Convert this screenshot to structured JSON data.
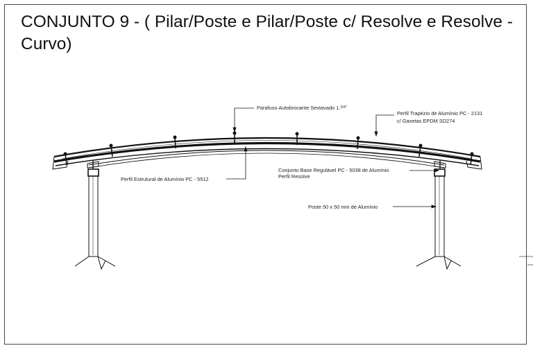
{
  "title": {
    "line1": "CONJUNTO 9 - ( Pilar/Poste e Pilar/Poste c/ Resolve e Resolve -",
    "line2": "Curvo)"
  },
  "callouts": {
    "parafuso": "Parafuso Autobrocante Sextavado 1.",
    "parafuso_fraction": "3/4\"",
    "perfil_trapezio_line1": "Perfil Trapézio de Alumínio PC - 2131",
    "perfil_trapezio_line2": "c/ Gaxetas EPDM SD274",
    "perfil_estrutural": "Perfil Estrutural de Alumínio PC - 5512",
    "conjunto_base_line1": "Conjunto Base Regulável PC - 5038 de Alumínio",
    "conjunto_base_line2": "Perfil Resolve",
    "poste": "Poste 50 x 50 mm de Alumínio"
  },
  "colors": {
    "ink": "#111111",
    "frame": "#444444",
    "background": "#ffffff"
  }
}
